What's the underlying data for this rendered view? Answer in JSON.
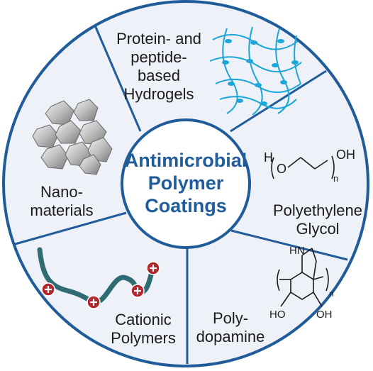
{
  "center": {
    "title": "Antimicrobial\nPolymer\nCoatings"
  },
  "segments": {
    "hydrogels": {
      "label": "Protein- and\npeptide-\nbased\nHydrogels"
    },
    "peg": {
      "label": "Polyethylene\nGlycol"
    },
    "polydopamine": {
      "label": "Poly-\ndopamine"
    },
    "cationic": {
      "label": "Cationic\nPolymers"
    },
    "nano": {
      "label": "Nano-\nmaterials"
    }
  },
  "chem": {
    "peg_h": "H",
    "peg_o": "O",
    "peg_oh": "OH",
    "peg_n": "n",
    "pda_hn": "HN",
    "pda_ho": "HO",
    "pda_oh": "OH",
    "pda_n": "n"
  },
  "colors": {
    "segment_fill": "#eef1f8",
    "divider": "#1f5c99",
    "center_text": "#1f5c99",
    "hydrogel": "#1aa6d6",
    "cationic_chain": "#2f6b73",
    "charge_badge": "#b3262b"
  }
}
